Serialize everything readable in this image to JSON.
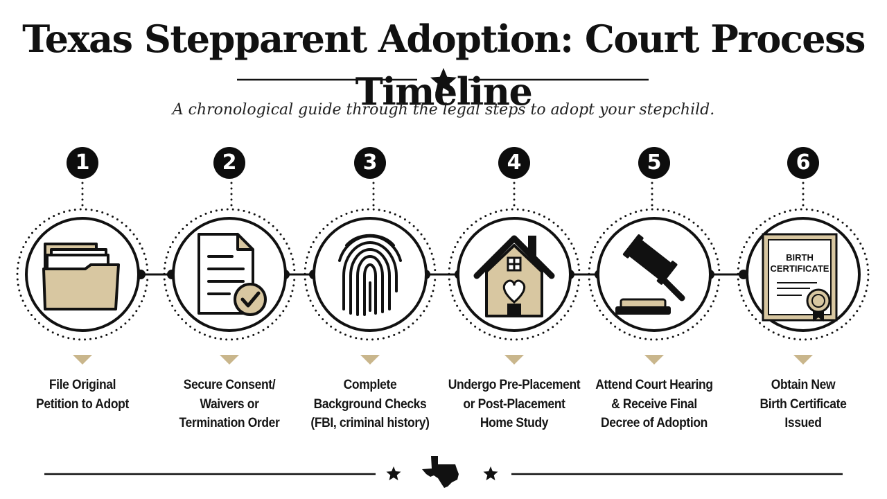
{
  "header": {
    "title": "Texas Stepparent Adoption: Court Process Timeline",
    "subtitle": "A chronological guide through the legal steps to adopt your stepchild."
  },
  "colors": {
    "accent_tan": "#d8c7a1",
    "pointer_tan": "#c9b68c",
    "ink": "#111111",
    "background": "#ffffff"
  },
  "steps": [
    {
      "number": "1",
      "label_lines": [
        "File Original",
        "Petition to Adopt"
      ],
      "icon": "folder-icon"
    },
    {
      "number": "2",
      "label_lines": [
        "Secure Consent/",
        "Waivers or",
        "Termination Order"
      ],
      "icon": "document-check-icon"
    },
    {
      "number": "3",
      "label_lines": [
        "Complete",
        "Background Checks",
        "(FBI, criminal history)"
      ],
      "icon": "fingerprint-icon"
    },
    {
      "number": "4",
      "label_lines": [
        "Undergo Pre-Placement",
        "or Post-Placement",
        "Home Study"
      ],
      "icon": "house-heart-icon"
    },
    {
      "number": "5",
      "label_lines": [
        "Attend Court Hearing",
        "& Receive Final",
        "Decree of Adoption"
      ],
      "icon": "gavel-icon"
    },
    {
      "number": "6",
      "label_lines": [
        "Obtain New",
        "Birth Certificate",
        "Issued"
      ],
      "icon": "birth-certificate-icon"
    }
  ],
  "certificate_text": [
    "BIRTH",
    "CERTIFICATE"
  ],
  "footer": {
    "ornament_icons": [
      "star-icon",
      "texas-map-icon",
      "star-icon"
    ]
  }
}
